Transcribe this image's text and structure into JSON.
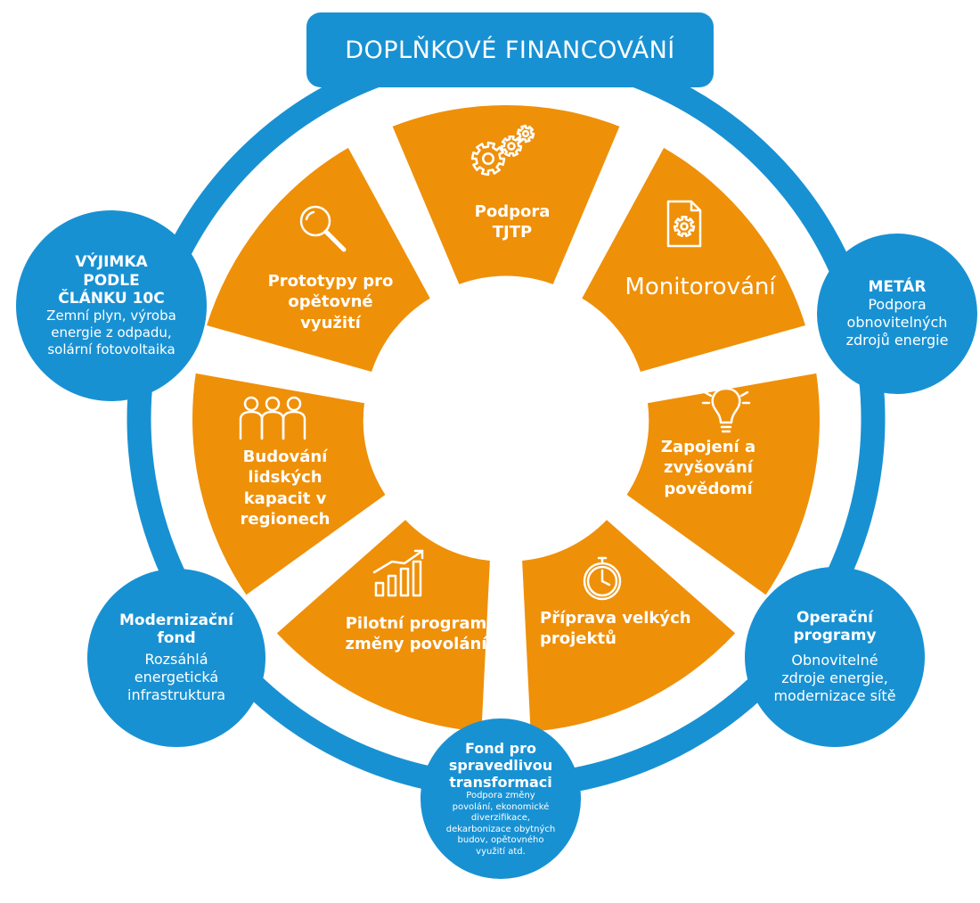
{
  "title": "DOPLŇKOVÉ FINANCOVÁNÍ",
  "colors": {
    "blue": "#1891d3",
    "orange": "#ef9009",
    "white": "#ffffff"
  },
  "segments": [
    {
      "label": "Podpora\nTJTP",
      "icon": "gears-icon"
    },
    {
      "label": "Monitorování",
      "icon": "document-gear-icon"
    },
    {
      "label": "Zapojení a\nzvyšování\npovědomí",
      "icon": "lightbulb-icon"
    },
    {
      "label": "Příprava velkých\nprojektů",
      "icon": "stopwatch-icon"
    },
    {
      "label": "Pilotní program\nzměny povolání",
      "icon": "growth-chart-icon"
    },
    {
      "label": "Budování\nlidských\nkapacit v\nregionech",
      "icon": "people-icon"
    },
    {
      "label": "Prototypy pro\nopětovné\nvyužití",
      "icon": "magnifier-icon"
    }
  ],
  "funds": [
    {
      "title": "VÝJIMKA\nPODLE\nČLÁNKU 10C",
      "desc": "Zemní plyn, výroba\nenergie z odpadu,\nsolární fotovoltaika"
    },
    {
      "title": "METÁR",
      "desc": "Podpora\nobnovitelných\nzdrojů energie"
    },
    {
      "title": "Operační\nprogramy",
      "desc": "Obnovitelné\nzdroje energie,\nmodernizace sítě"
    },
    {
      "title": "Fond pro\nspravedlivou\ntransformaci",
      "desc": "Podpora změny\npovolání, ekonomické\ndiverzifikace,\ndekarbonizace obytných\nbudov, opětovného\nvyužití atd."
    },
    {
      "title": "Modernizační\nfond",
      "desc": "Rozsáhlá\nenergetická\ninfrastruktura"
    }
  ]
}
